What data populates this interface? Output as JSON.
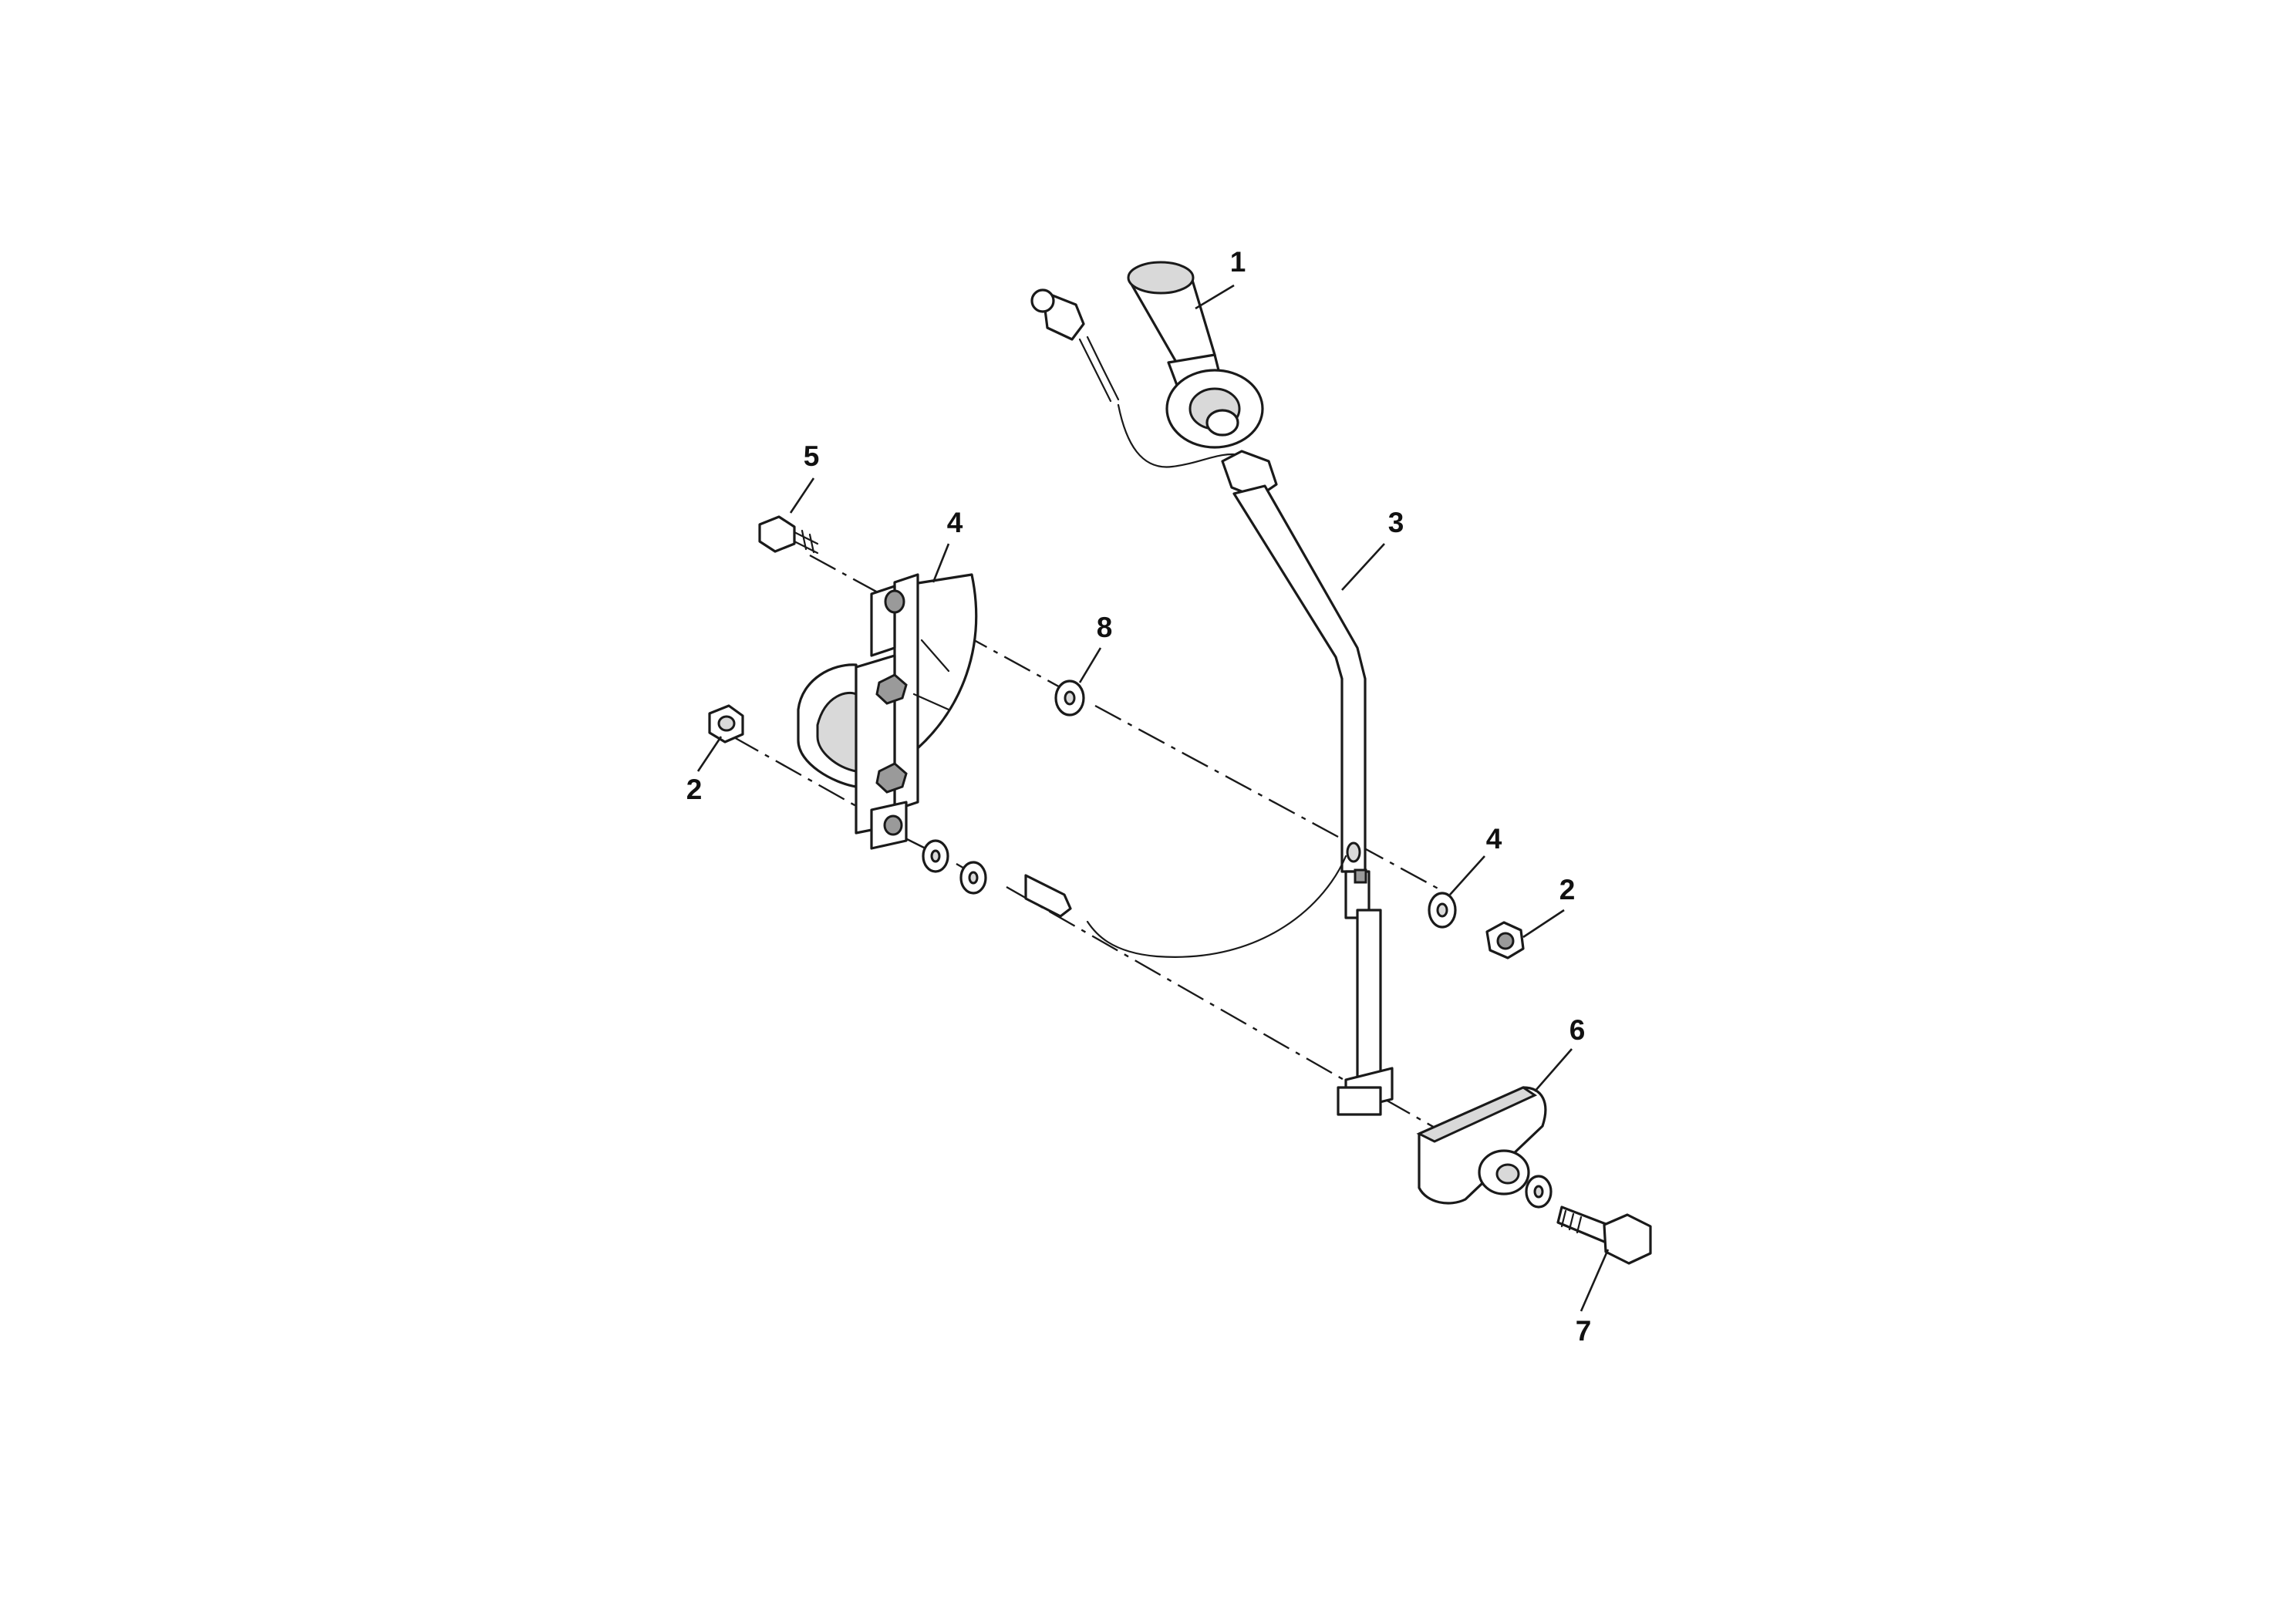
{
  "callouts": {
    "c1": "1",
    "c2a": "2",
    "c2b": "2",
    "c3": "3",
    "c4a": "4",
    "c4b": "4",
    "c5": "5",
    "c6": "6",
    "c7": "7",
    "c8": "8"
  }
}
